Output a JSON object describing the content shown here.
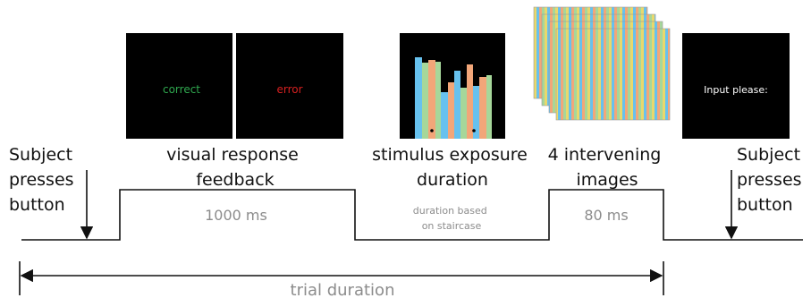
{
  "panels": {
    "feedback_correct": "correct",
    "feedback_error": "error",
    "input_prompt": "Input please:"
  },
  "labels": {
    "press_left": [
      "Subject",
      "presses",
      "button"
    ],
    "feedback": [
      "visual response",
      "feedback"
    ],
    "exposure": [
      "stimulus exposure",
      "duration"
    ],
    "intervening": [
      "4 intervening",
      "images"
    ],
    "press_right": [
      "Subject",
      "presses",
      "button"
    ]
  },
  "timing": {
    "feedback_ms": "1000 ms",
    "staircase": [
      "duration based",
      "on staircase"
    ],
    "mask_ms": "80 ms"
  },
  "trial_duration": "trial duration",
  "colors": {
    "correct": "#2fa84f",
    "error": "#d62020",
    "stimulus_blue": "#67c1ee",
    "stimulus_orange": "#f2a679",
    "stimulus_green": "#a6d79a",
    "stimulus_yellow": "#e9d86c"
  }
}
